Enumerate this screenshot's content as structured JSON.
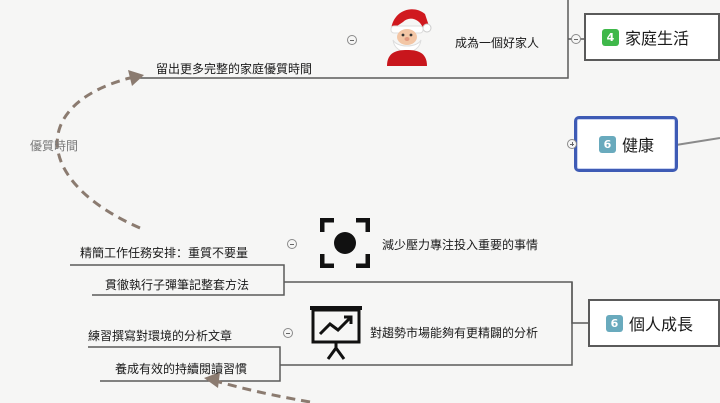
{
  "colors": {
    "green_badge": "#3fb84a",
    "teal_badge": "#69aabd",
    "selection": "#3e5bb5",
    "relationship": "#8b7b70"
  },
  "topics": {
    "family": {
      "badge": "4",
      "label": "家庭生活"
    },
    "health": {
      "badge": "6",
      "label": "健康"
    },
    "growth": {
      "badge": "6",
      "label": "個人成長"
    }
  },
  "family": {
    "sub_label": "成為一個好家人",
    "leaf_label": "留出更多完整的家庭優質時間",
    "icon": "santa-claus-icon"
  },
  "growth": {
    "stress": {
      "label": "減少壓力專注投入重要的事情",
      "icon": "focus-frame-icon",
      "leaves": [
        "精簡工作任務安排：重質不要量",
        "貫徹執行子彈筆記整套方法"
      ]
    },
    "trend": {
      "label": "對趨勢市場能夠有更精闢的分析",
      "icon": "presentation-chart-icon",
      "leaves": [
        "練習撰寫對環境的分析文章",
        "養成有效的持續閱讀習慣"
      ]
    }
  },
  "relationship": {
    "label": "優質時間"
  }
}
